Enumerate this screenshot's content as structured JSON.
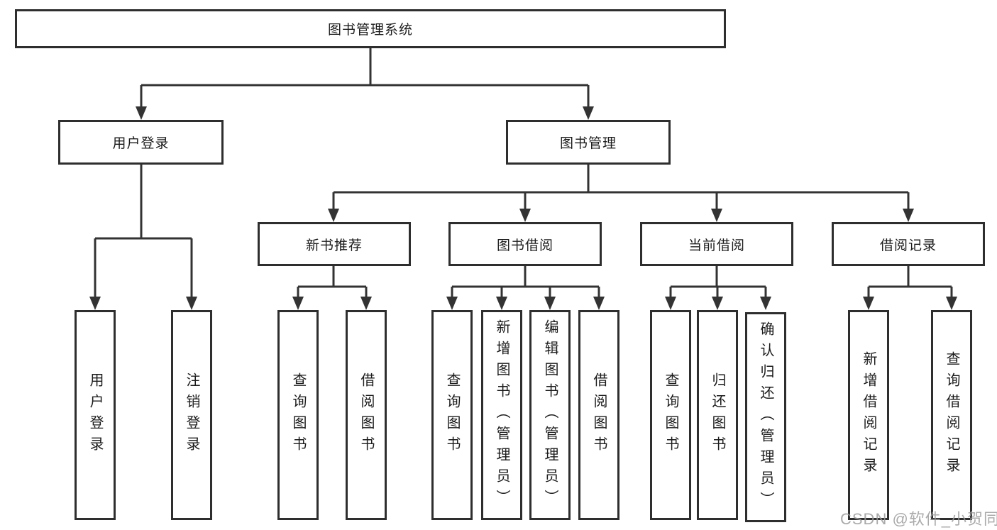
{
  "diagram": {
    "type": "hierarchy-tree",
    "colors": {
      "line": "#333333",
      "box_border": "#2e2e2e",
      "text": "#1b1b1b",
      "watermark": "#9c9c9c",
      "background": "#ffffff"
    }
  },
  "nodes": {
    "root": {
      "label": "图书管理系统"
    },
    "userLogin": {
      "label": "用户登录"
    },
    "bookMgmt": {
      "label": "图书管理"
    },
    "newBookRec": {
      "label": "新书推荐"
    },
    "bookBorrow": {
      "label": "图书借阅"
    },
    "currentBorrow": {
      "label": "当前借阅"
    },
    "borrowRecord": {
      "label": "借阅记录"
    },
    "leafUserLogin": {
      "label": "用户登录"
    },
    "leafLogout": {
      "label": "注销登录"
    },
    "nbQuery": {
      "label": "查询图书"
    },
    "nbBorrow": {
      "label": "借阅图书"
    },
    "bbQuery": {
      "label": "查询图书"
    },
    "bbAdd": {
      "label": "新增图书（管理员）"
    },
    "bbEdit": {
      "label": "编辑图书（管理员）"
    },
    "bbBorrow": {
      "label": "借阅图书"
    },
    "cbQuery": {
      "label": "查询图书"
    },
    "cbReturn": {
      "label": "归还图书"
    },
    "cbConfirm": {
      "label": "确认归还（管理员）"
    },
    "brAdd": {
      "label": "新增借阅记录"
    },
    "brQuery": {
      "label": "查询借阅记录"
    }
  },
  "edges": [
    [
      "root",
      "userLogin"
    ],
    [
      "root",
      "bookMgmt"
    ],
    [
      "userLogin",
      "leafUserLogin"
    ],
    [
      "userLogin",
      "leafLogout"
    ],
    [
      "bookMgmt",
      "newBookRec"
    ],
    [
      "bookMgmt",
      "bookBorrow"
    ],
    [
      "bookMgmt",
      "currentBorrow"
    ],
    [
      "bookMgmt",
      "borrowRecord"
    ],
    [
      "newBookRec",
      "nbQuery"
    ],
    [
      "newBookRec",
      "nbBorrow"
    ],
    [
      "bookBorrow",
      "bbQuery"
    ],
    [
      "bookBorrow",
      "bbAdd"
    ],
    [
      "bookBorrow",
      "bbEdit"
    ],
    [
      "bookBorrow",
      "bbBorrow"
    ],
    [
      "currentBorrow",
      "cbQuery"
    ],
    [
      "currentBorrow",
      "cbReturn"
    ],
    [
      "currentBorrow",
      "cbConfirm"
    ],
    [
      "borrowRecord",
      "brAdd"
    ],
    [
      "borrowRecord",
      "brQuery"
    ]
  ],
  "watermark": {
    "text": "CSDN @软件_小贺同学"
  }
}
